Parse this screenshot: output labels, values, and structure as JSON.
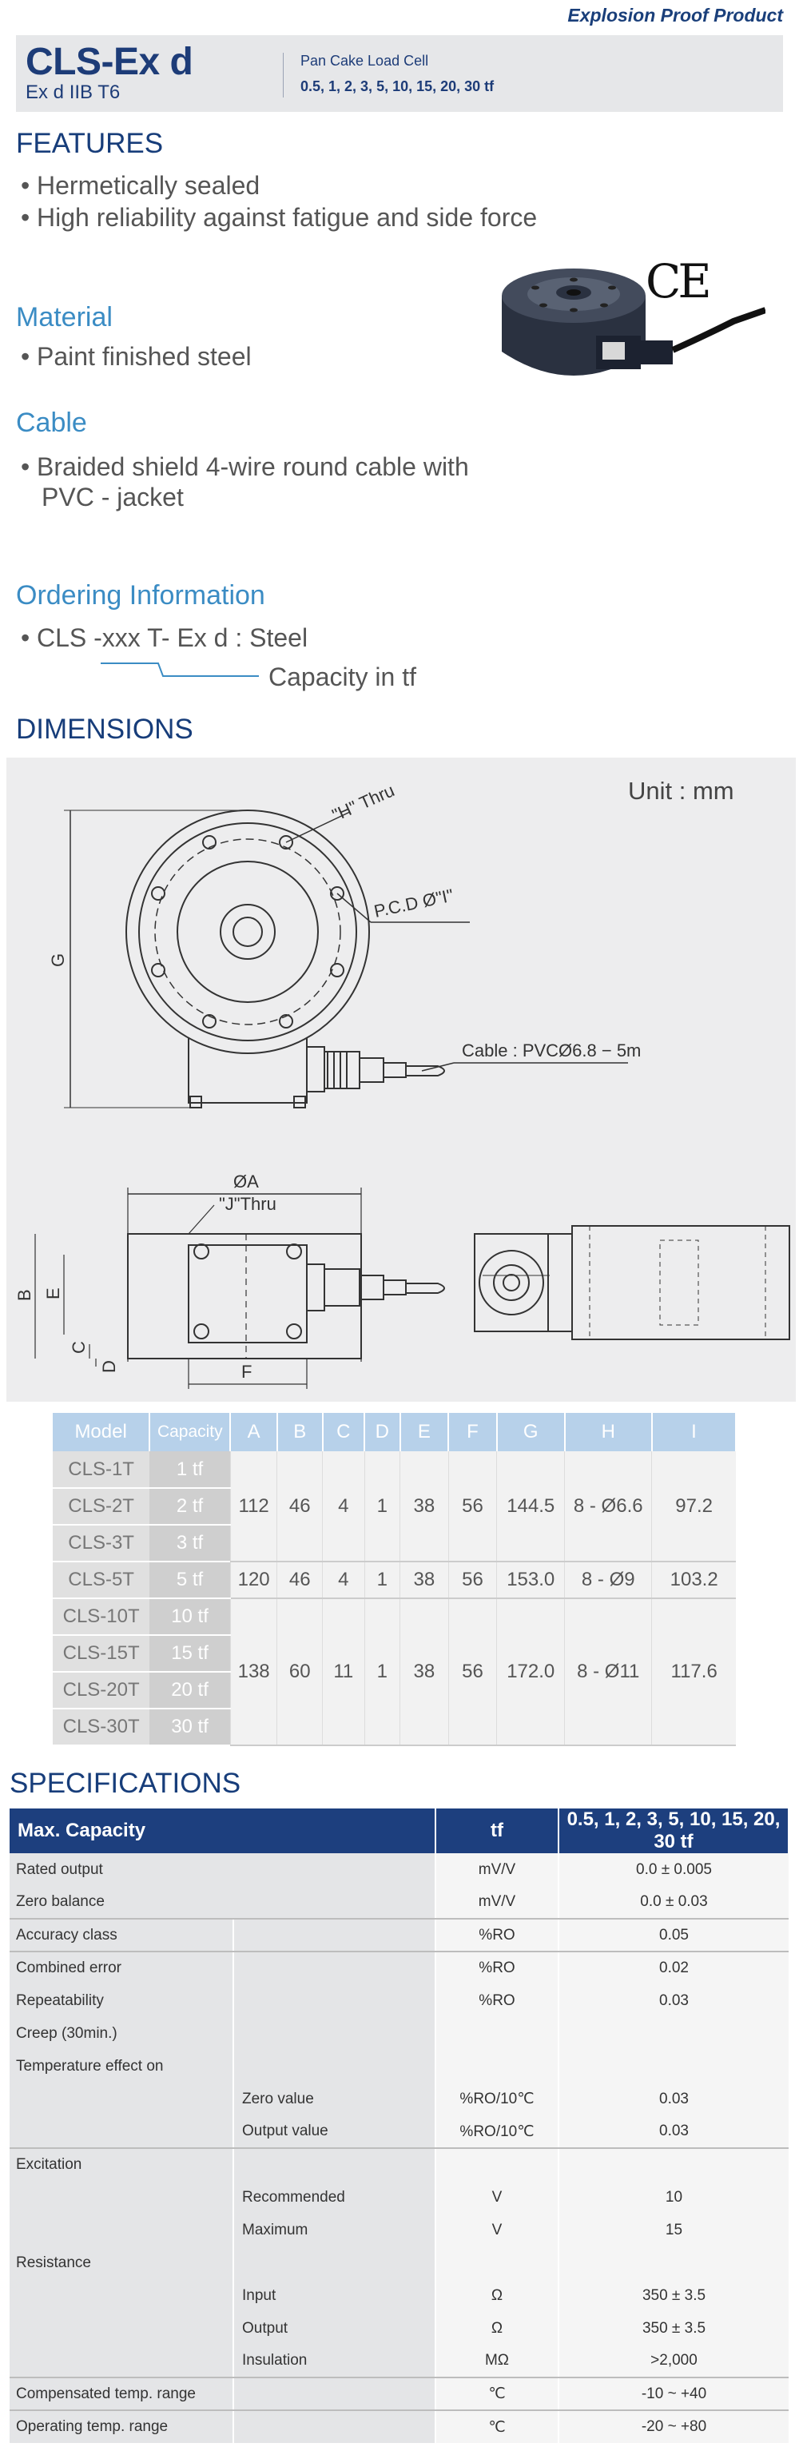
{
  "header": {
    "tag": "Explosion Proof Product",
    "model": "CLS-Ex d",
    "rating": "Ex d IIB T6",
    "description": "Pan Cake Load Cell",
    "capacities": "0.5, 1, 2, 3, 5, 10, 15, 20, 30 tf"
  },
  "features": {
    "heading": "FEATURES",
    "items": [
      "Hermetically sealed",
      "High reliability against fatigue and side force"
    ]
  },
  "material": {
    "heading": "Material",
    "items": [
      "Paint finished steel"
    ]
  },
  "cable": {
    "heading": "Cable",
    "line1": "Braided shield 4-wire round cable with",
    "line2": "PVC - jacket"
  },
  "ordering": {
    "heading": "Ordering Information",
    "item": "CLS -xxx T- Ex d : Steel",
    "note": "Capacity in tf"
  },
  "product": {
    "mark": "CE"
  },
  "dimensions": {
    "heading": "DIMENSIONS",
    "unit": "Unit : mm",
    "labels": {
      "h_thru": "\"H\" Thru",
      "pcd": "P.C.D Ø\"I\"",
      "cable": "Cable : PVCØ6.8 − 5m",
      "g": "G",
      "a": "ØA",
      "j_thru": "\"J\"Thru",
      "b": "B",
      "e": "E",
      "c": "C",
      "d": "D",
      "f": "F"
    }
  },
  "model_table": {
    "headers": [
      "Model",
      "Capacity",
      "A",
      "B",
      "C",
      "D",
      "E",
      "F",
      "G",
      "H",
      "I"
    ],
    "groups": [
      {
        "models": [
          [
            "CLS-1T",
            "1 tf"
          ],
          [
            "CLS-2T",
            "2 tf"
          ],
          [
            "CLS-3T",
            "3 tf"
          ]
        ],
        "values": [
          "112",
          "46",
          "4",
          "1",
          "38",
          "56",
          "144.5",
          "8 - Ø6.6",
          "97.2"
        ]
      },
      {
        "models": [
          [
            "CLS-5T",
            "5 tf"
          ]
        ],
        "values": [
          "120",
          "46",
          "4",
          "1",
          "38",
          "56",
          "153.0",
          "8 - Ø9",
          "103.2"
        ]
      },
      {
        "models": [
          [
            "CLS-10T",
            "10 tf"
          ],
          [
            "CLS-15T",
            "15 tf"
          ],
          [
            "CLS-20T",
            "20 tf"
          ],
          [
            "CLS-30T",
            "30 tf"
          ]
        ],
        "values": [
          "138",
          "60",
          "11",
          "1",
          "38",
          "56",
          "172.0",
          "8 - Ø11",
          "117.6"
        ]
      }
    ]
  },
  "specs": {
    "heading": "SPECIFICATIONS",
    "head": [
      "Max. Capacity",
      "tf",
      "0.5, 1, 2, 3, 5, 10, 15, 20, 30 tf"
    ],
    "rows": [
      {
        "label": "Rated output",
        "sub": "",
        "unit": "mV/V",
        "value": "0.0 ± 0.005",
        "span": true
      },
      {
        "label": "Zero balance",
        "sub": "",
        "unit": "mV/V",
        "value": "0.0 ± 0.03",
        "span": true,
        "rule": true
      },
      {
        "label": "Accuracy class",
        "sub": "",
        "unit": "%RO",
        "value": "0.05",
        "rule": true
      },
      {
        "label": "Combined error",
        "sub": "",
        "unit": "%RO",
        "value": "0.02"
      },
      {
        "label": "Repeatability",
        "sub": "",
        "unit": "%RO",
        "value": "0.03"
      },
      {
        "label": "Creep (30min.)",
        "sub": "",
        "unit": "",
        "value": ""
      },
      {
        "label": "Temperature effect on",
        "sub": "",
        "unit": "",
        "value": ""
      },
      {
        "label": "",
        "sub": "Zero value",
        "unit": "%RO/10℃",
        "value": "0.03"
      },
      {
        "label": "",
        "sub": "Output  value",
        "unit": "%RO/10℃",
        "value": "0.03",
        "rule": true
      },
      {
        "label": "Excitation",
        "sub": "",
        "unit": "",
        "value": ""
      },
      {
        "label": "",
        "sub": "Recommended",
        "unit": "V",
        "value": "10"
      },
      {
        "label": "",
        "sub": "Maximum",
        "unit": "V",
        "value": "15"
      },
      {
        "label": "Resistance",
        "sub": "",
        "unit": "",
        "value": ""
      },
      {
        "label": "",
        "sub": "Input",
        "unit": "Ω",
        "value": "350 ± 3.5"
      },
      {
        "label": "",
        "sub": "Output",
        "unit": "Ω",
        "value": "350 ± 3.5"
      },
      {
        "label": "",
        "sub": "Insulation",
        "unit": "MΩ",
        "value": ">2,000",
        "rule": true
      },
      {
        "label": "Compensated temp. range",
        "sub": "",
        "unit": "℃",
        "value": "-10 ~ +40",
        "rule": true
      },
      {
        "label": "Operating temp. range",
        "sub": "",
        "unit": "℃",
        "value": "-20 ~ +80"
      }
    ]
  }
}
